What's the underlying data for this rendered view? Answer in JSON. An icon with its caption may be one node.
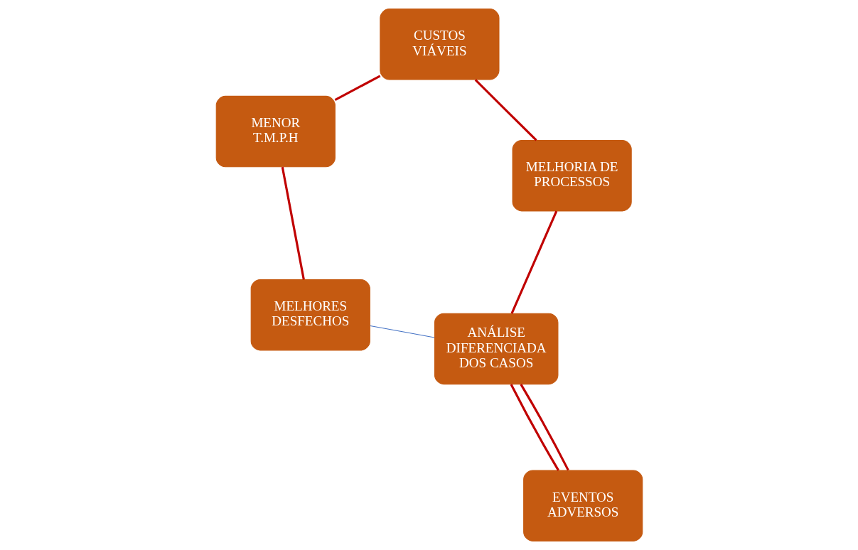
{
  "diagram": {
    "nodes": [
      {
        "text": [
          "MELHORES DESFECHOS"
        ]
      },
      {
        "text": [
          "EVENTOS ADVERSOS"
        ]
      },
      {
        "text": [
          "ANÁLISE DIFERENCIADA DOS CASOS"
        ]
      },
      {
        "text": [
          "MENOR T.M.P.H"
        ]
      },
      {
        "text": [
          "MELHORIA DE PROCESSOS"
        ]
      },
      {
        "text": [
          "CUSTOS VIÁVEIS"
        ]
      }
    ],
    "edges": [
      {
        "from": 0,
        "to": 3,
        "arrow": "none"
      },
      {
        "from": 3,
        "to": 5,
        "arrow": "none"
      },
      {
        "from": 5,
        "to": 4,
        "arrow": "none"
      },
      {
        "from": 4,
        "to": 2,
        "arrow": "none"
      },
      {
        "from": 2,
        "to": 0,
        "arrow": "none",
        "color": "#4472c4"
      },
      {
        "from": 1,
        "to": 2,
        "arrow": "none"
      },
      {
        "from": 2,
        "to": 1,
        "arrow": "none"
      }
    ]
  }
}
